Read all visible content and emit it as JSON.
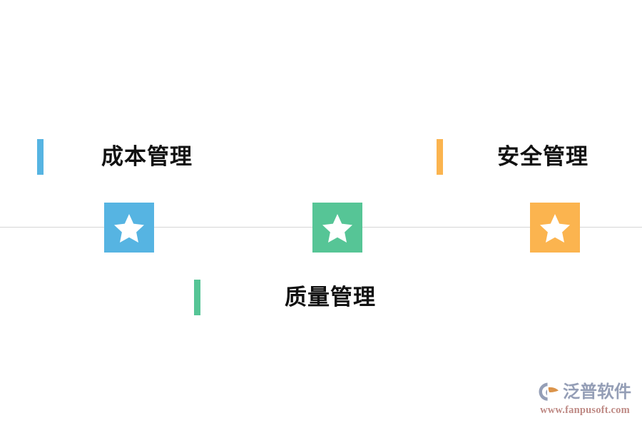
{
  "diagram": {
    "title_items": [
      {
        "id": "cost",
        "label": "成本管理",
        "color": "#56B4E2",
        "position": "above",
        "icon": "star-icon"
      },
      {
        "id": "quality",
        "label": "质量管理",
        "color": "#56C596",
        "position": "below",
        "icon": "star-icon"
      },
      {
        "id": "safety",
        "label": "安全管理",
        "color": "#FBB44F",
        "position": "above",
        "icon": "star-icon"
      }
    ],
    "axis": {
      "color": "#d6d6d6",
      "name": "timeline-axis"
    }
  },
  "watermark": {
    "brand": "泛普软件",
    "url": "www.fanpusoft.com",
    "brand_color": "#8C96B0",
    "url_color": "#B9807A",
    "mark_accent_color": "#D98C3C"
  }
}
